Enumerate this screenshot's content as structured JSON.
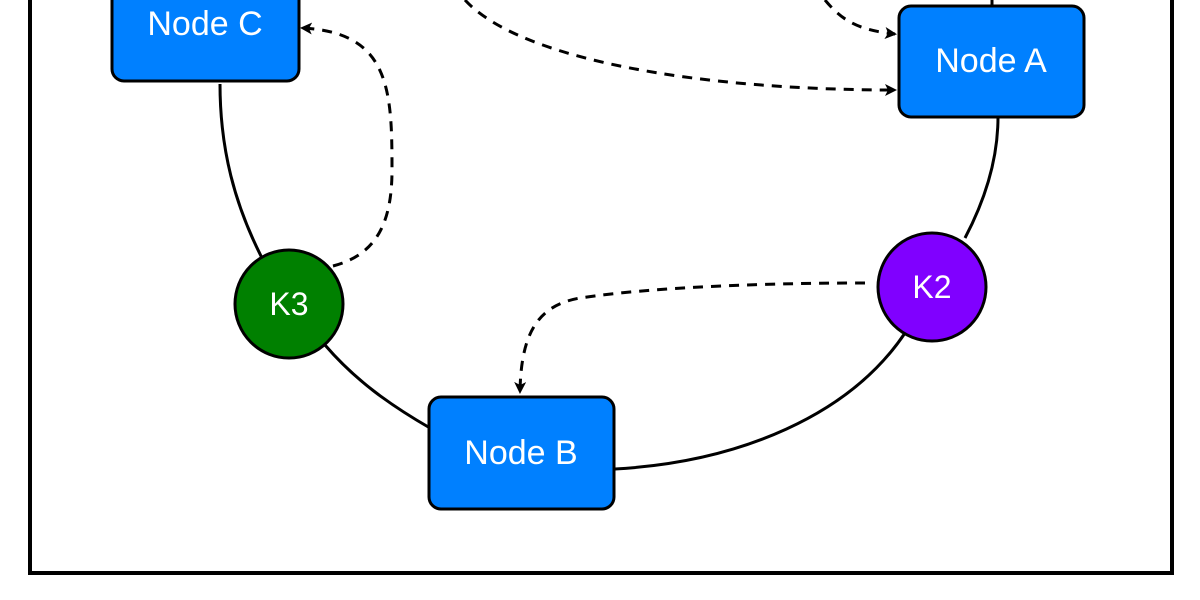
{
  "diagram": {
    "nodes": [
      {
        "id": "node-a",
        "label": "Node A",
        "color": "#0080ff"
      },
      {
        "id": "node-b",
        "label": "Node B",
        "color": "#0080ff"
      },
      {
        "id": "node-c",
        "label": "Node C",
        "color": "#0080ff"
      }
    ],
    "keys": [
      {
        "id": "k2",
        "label": "K2",
        "color": "#8000ff"
      },
      {
        "id": "k3",
        "label": "K3",
        "color": "#008000"
      }
    ],
    "ring_edges": [
      {
        "from": "node-c",
        "to": "k3",
        "style": "solid"
      },
      {
        "from": "k3",
        "to": "node-b",
        "style": "solid"
      },
      {
        "from": "node-b",
        "to": "k2",
        "style": "solid"
      },
      {
        "from": "k2",
        "to": "node-a",
        "style": "solid"
      }
    ],
    "mapping_arrows": [
      {
        "from": "k3",
        "to": "node-c",
        "style": "dashed"
      },
      {
        "from": "k2",
        "to": "node-b",
        "style": "dashed"
      },
      {
        "from": "off-frame",
        "to": "node-a",
        "style": "dashed"
      },
      {
        "from": "off-frame",
        "to": "node-a",
        "style": "dashed"
      }
    ]
  }
}
